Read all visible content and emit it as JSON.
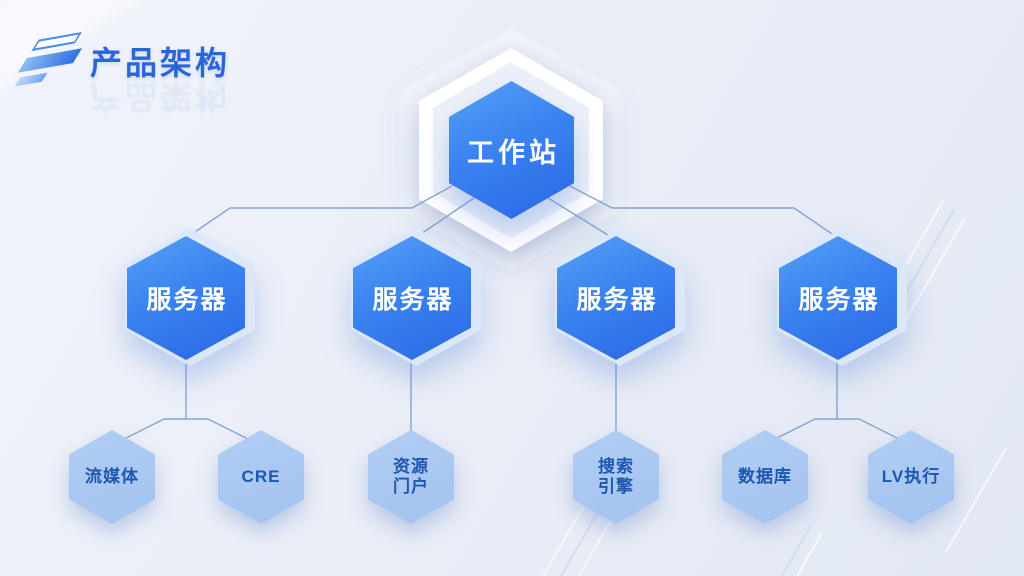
{
  "slide": {
    "title": "产品架构",
    "logo_icon": "layered-flash-logo"
  },
  "colors": {
    "title_blue": "#2B66D9",
    "node_blue_light": "#55A0F6",
    "node_blue_dark": "#2A67E4",
    "leaf_fill": "#A6C6F0",
    "leaf_text": "#1D57B0",
    "connector_line": "#7FA0D4",
    "background": "#E9EDF6",
    "halo_white": "#FFFFFF"
  },
  "diagram": {
    "root": {
      "label": "工作站"
    },
    "servers": [
      {
        "label": "服务器",
        "children": [
          "流媒体",
          "CRE"
        ]
      },
      {
        "label": "服务器",
        "children": [
          "资源门户"
        ]
      },
      {
        "label": "服务器",
        "children": [
          "搜索引擎"
        ]
      },
      {
        "label": "服务器",
        "children": [
          "数据库",
          "LV执行"
        ]
      }
    ],
    "leaves": [
      {
        "label": "流媒体"
      },
      {
        "label": "CRE"
      },
      {
        "label": "资源\n门户"
      },
      {
        "label": "搜索\n引擎"
      },
      {
        "label": "数据库"
      },
      {
        "label": "LV执行"
      }
    ]
  }
}
